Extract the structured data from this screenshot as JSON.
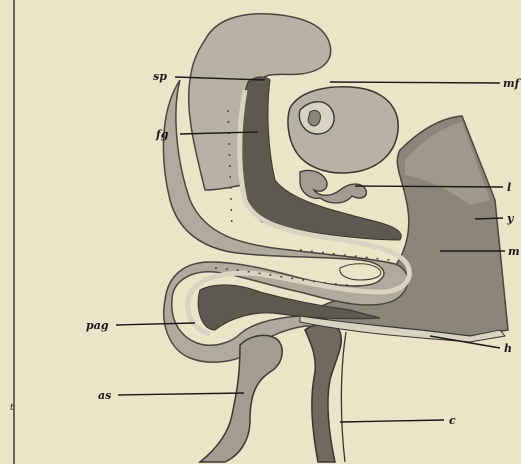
{
  "figure": {
    "labels": {
      "sp": "sp",
      "fg": "fg",
      "pag": "pag",
      "as": "as",
      "mf": "mf",
      "l": "l",
      "y": "y",
      "m": "m",
      "h": "h",
      "c": "c"
    },
    "colors": {
      "paper": "#ece4c8",
      "ink": "#1c1914",
      "tissue_light": "#b8b2a4",
      "tissue_mid": "#8c867a",
      "tissue_dark": "#5e594f",
      "cavity_pale": "#d9d3c1"
    }
  }
}
